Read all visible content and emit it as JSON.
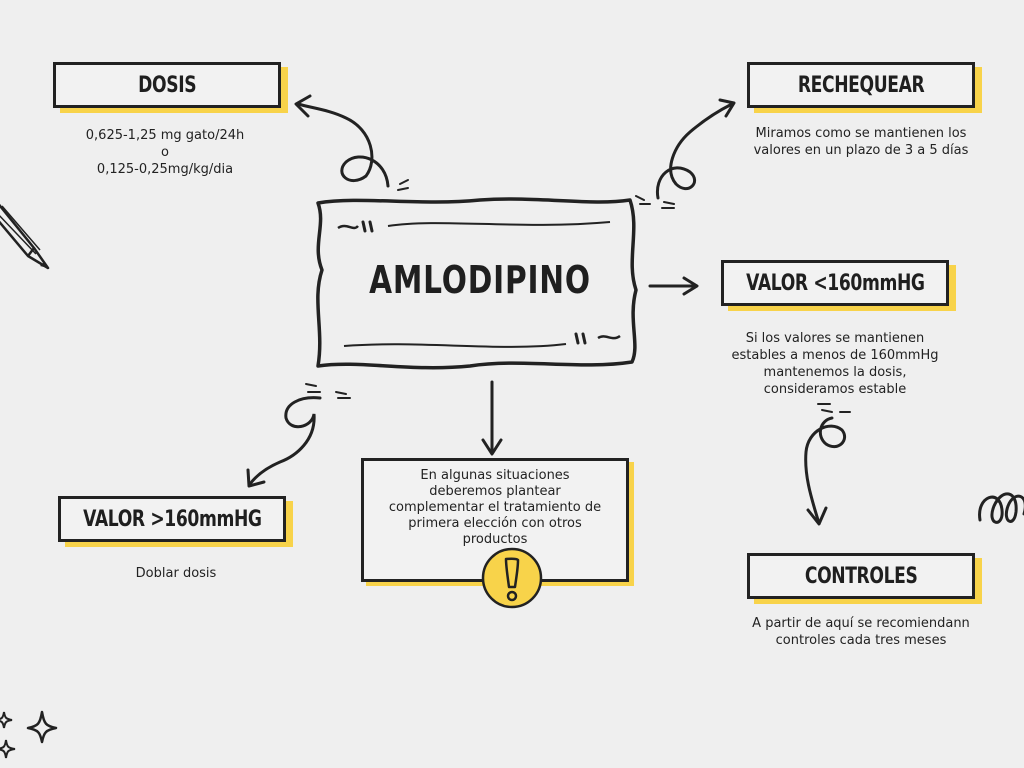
{
  "center": {
    "title": "AMLODIPINO"
  },
  "nodes": {
    "dosis": {
      "title": "DOSIS",
      "lines": [
        "0,625-1,25 mg gato/24h",
        "o",
        "0,125-0,25mg/kg/dia"
      ]
    },
    "rechequear": {
      "title": "RECHEQUEAR",
      "lines": [
        "Miramos como se mantienen los",
        "valores en un plazo de 3 a 5 días"
      ]
    },
    "valor_menor": {
      "title": "VALOR <160mmHG",
      "lines": [
        "Si los valores se mantienen",
        "estables a menos de 160mmHg",
        "mantenemos la dosis,",
        "consideramos estable"
      ]
    },
    "valor_mayor": {
      "title": "VALOR >160mmHG",
      "lines": [
        "Doblar dosis"
      ]
    },
    "controles": {
      "title": "CONTROLES",
      "lines": [
        "A partir de aquí se recomiendann",
        "controles cada tres meses"
      ]
    },
    "complemento": {
      "lines": [
        "En algunas situaciones",
        "deberemos plantear",
        "complementar el tratamiento de",
        "primera elección con otros",
        "productos"
      ]
    }
  },
  "colors": {
    "accent": "#f8d34a",
    "ink": "#222222",
    "background": "#efefef"
  },
  "icons": [
    "pencil-icon",
    "warning-icon",
    "sparkle-icon",
    "scribble-icon"
  ]
}
